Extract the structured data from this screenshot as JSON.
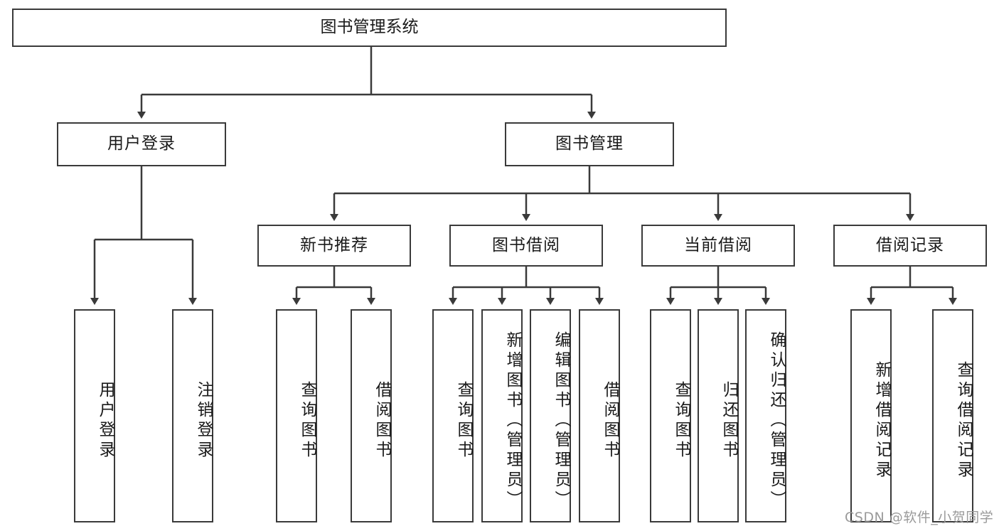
{
  "diagram": {
    "title": "图书管理系统",
    "type": "tree",
    "orientation": "top-down",
    "root": {
      "id": "root",
      "label": "图书管理系统"
    },
    "level2": [
      {
        "id": "user-login",
        "label": "用户登录"
      },
      {
        "id": "book-manage",
        "label": "图书管理"
      }
    ],
    "level3": [
      {
        "id": "new-book-recommend",
        "label": "新书推荐",
        "parent": "book-manage"
      },
      {
        "id": "book-borrow",
        "label": "图书借阅",
        "parent": "book-manage"
      },
      {
        "id": "current-borrow",
        "label": "当前借阅",
        "parent": "book-manage"
      },
      {
        "id": "borrow-record",
        "label": "借阅记录",
        "parent": "book-manage"
      }
    ],
    "leaves": {
      "user_login": [
        {
          "id": "leaf-user-login",
          "label": "用户登录"
        },
        {
          "id": "leaf-logout-login",
          "label": "注销登录"
        }
      ],
      "new_book_recommend": [
        {
          "id": "leaf-query-book-1",
          "label": "查询图书"
        },
        {
          "id": "leaf-borrow-book-1",
          "label": "借阅图书"
        }
      ],
      "book_borrow": [
        {
          "id": "leaf-query-book-2",
          "label": "查询图书"
        },
        {
          "id": "leaf-add-book",
          "label": "新增图书（管理员）"
        },
        {
          "id": "leaf-edit-book",
          "label": "编辑图书（管理员）"
        },
        {
          "id": "leaf-borrow-book-2",
          "label": "借阅图书"
        }
      ],
      "current_borrow": [
        {
          "id": "leaf-query-book-3",
          "label": "查询图书"
        },
        {
          "id": "leaf-return-book",
          "label": "归还图书"
        },
        {
          "id": "leaf-confirm-return",
          "label": "确认归还（管理员）"
        }
      ],
      "borrow_record": [
        {
          "id": "leaf-add-record",
          "label": "新增借阅记录"
        },
        {
          "id": "leaf-query-record",
          "label": "查询借阅记录"
        }
      ]
    }
  },
  "watermark": {
    "text": "CSDN @软件_小贺同学"
  },
  "colors": {
    "stroke": "#3a3a3a",
    "background": "#ffffff",
    "text": "#1a1a1a",
    "watermark": "#9a9a9a"
  }
}
